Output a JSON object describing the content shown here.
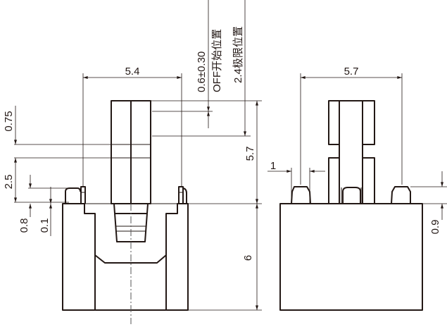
{
  "drawing": {
    "front_view": {
      "dim_width": "5.4",
      "dim_height_above": "5.7",
      "dim_body_height": "6",
      "dim_slider_top": "0.75",
      "dim_slider_mid": "2.5",
      "dim_terminal": "0.8",
      "dim_terminal_small": "0.1",
      "dim_off_tolerance": "0.6±0.30",
      "label_off_position": "OFF开始位置",
      "label_limit_position": "2.4极限位置"
    },
    "side_view": {
      "dim_width": "5.7",
      "dim_terminal_width": "1",
      "dim_terminal_height": "0.9"
    }
  }
}
